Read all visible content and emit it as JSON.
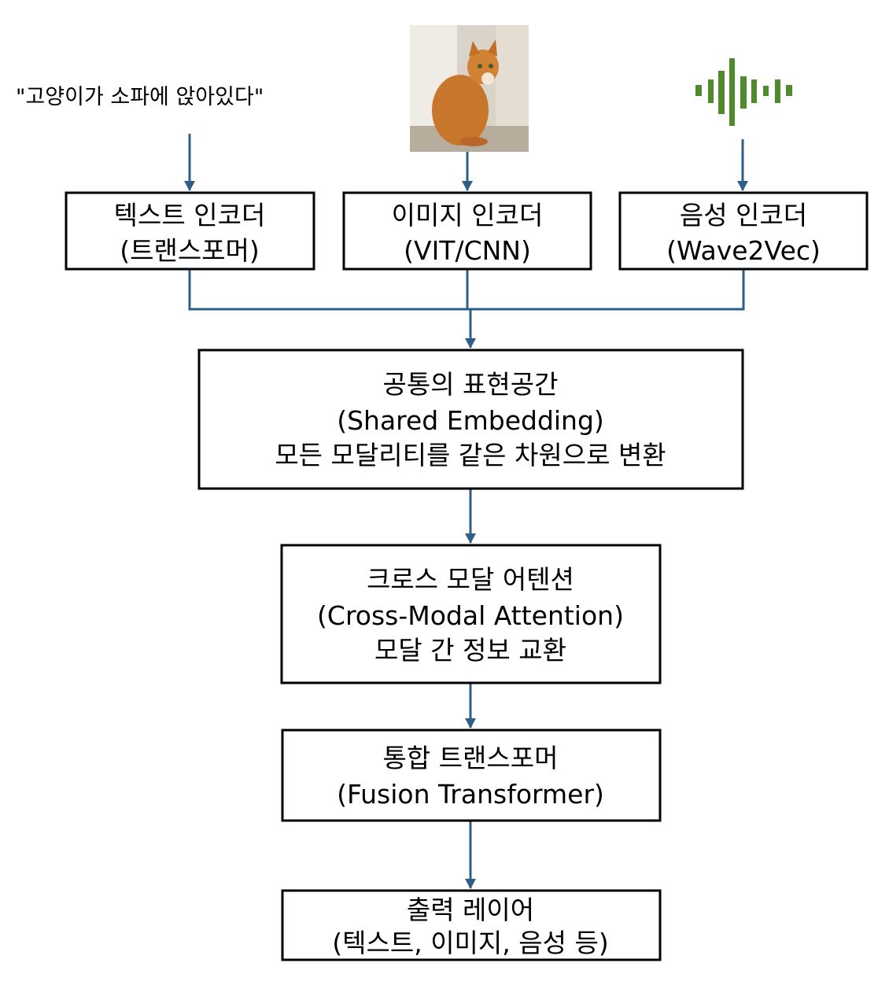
{
  "input_text": "\"고양이가 소파에 앉아있다\"",
  "colors": {
    "arrow": "#2f5f87",
    "wave": "#4f8a2c"
  },
  "icons": {
    "image": "cat-photo",
    "audio": "sound-waveform-icon"
  },
  "encoders": [
    {
      "line1": "텍스트 인코더",
      "line2": "(트랜스포머)"
    },
    {
      "line1": "이미지 인코더",
      "line2": "(VIT/CNN)"
    },
    {
      "line1": "음성 인코더",
      "line2": "(Wave2Vec)"
    }
  ],
  "shared": {
    "line1": "공통의 표현공간",
    "line2": "(Shared Embedding)",
    "line3": "모든 모달리티를 같은 차원으로 변환"
  },
  "cross": {
    "line1": "크로스 모달 어텐션",
    "line2": "(Cross-Modal Attention)",
    "line3": "모달 간 정보 교환"
  },
  "fusion": {
    "line1": "통합 트랜스포머",
    "line2": "(Fusion Transformer)"
  },
  "output": {
    "line1": "출력 레이어",
    "line2": "(텍스트, 이미지, 음성 등)"
  }
}
